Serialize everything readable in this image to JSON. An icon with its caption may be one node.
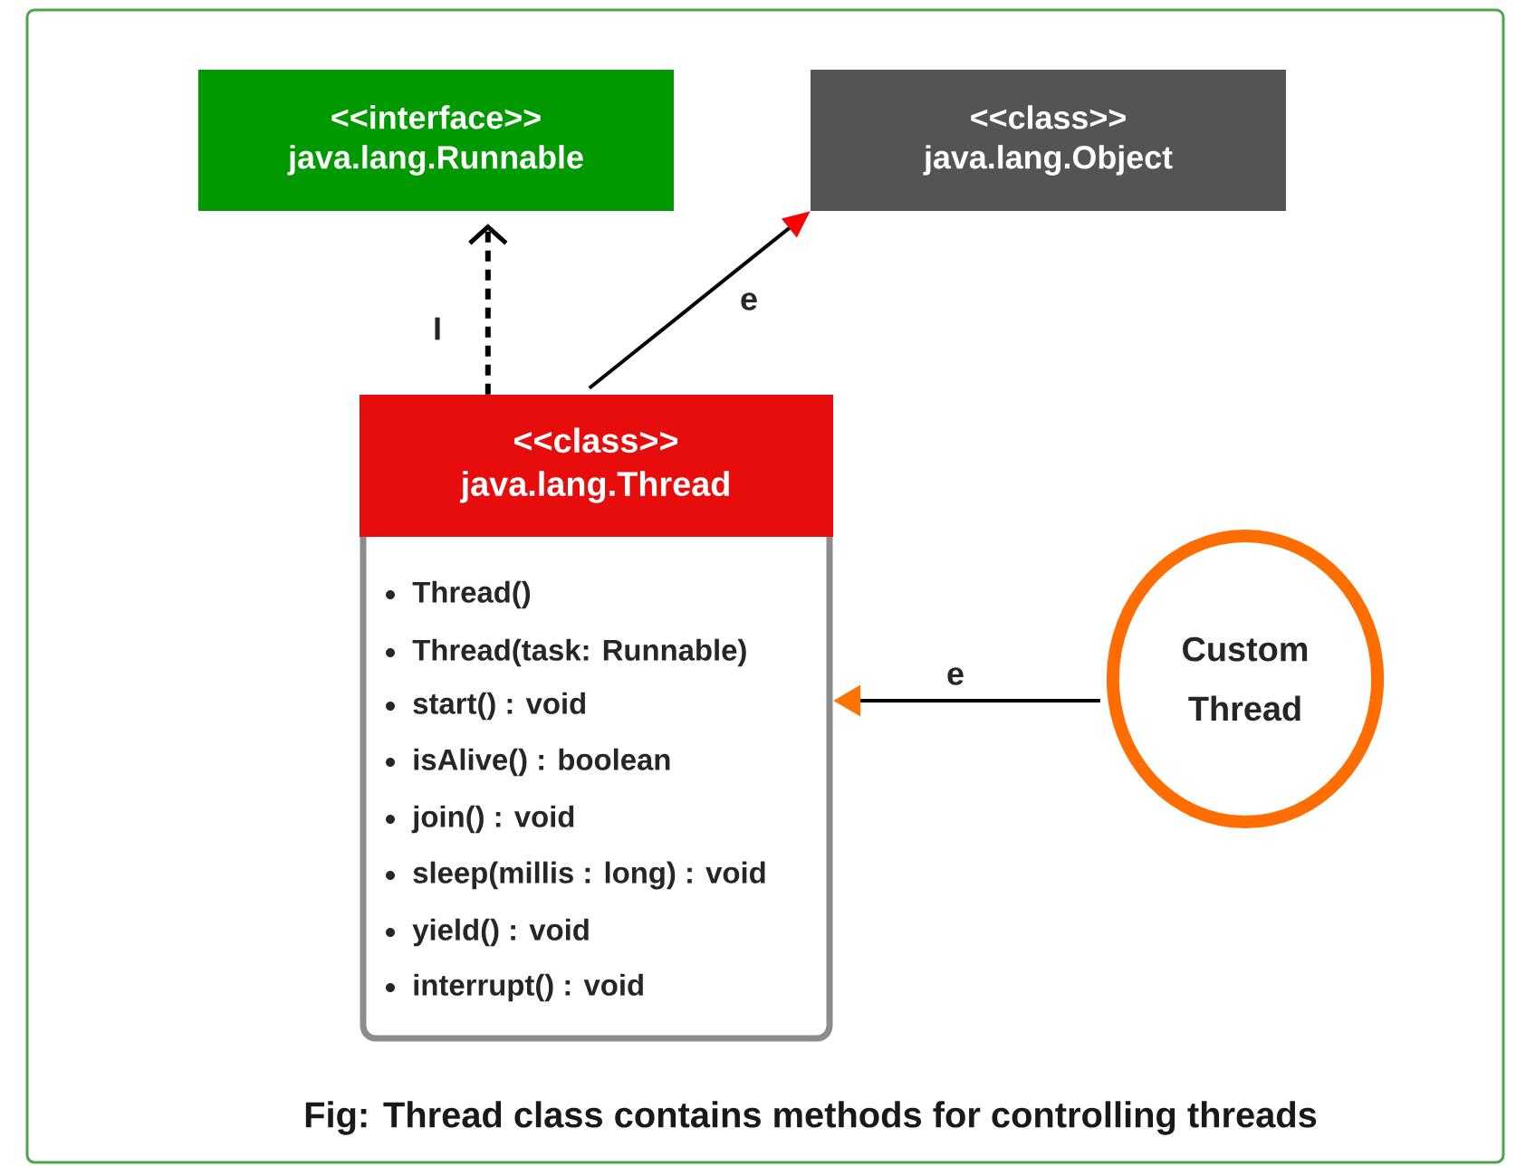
{
  "diagram": {
    "caption": "Fig: Thread class contains methods for controlling threads",
    "nodes": [
      {
        "text": [
          "<<interface>>",
          "java.lang.Runnable"
        ]
      },
      {
        "text": [
          "<<class>>",
          "java.lang.Object"
        ]
      },
      {
        "text": [
          "<<class>>",
          "java.lang.Thread",
          "Thread()",
          "Thread(task: Runnable)",
          "start() : void",
          "isAlive() : boolean",
          "join() : void",
          "sleep(millis : long) : void",
          "yield() : void",
          "interrupt() : void"
        ]
      },
      {
        "text": [
          "Custom Thread"
        ]
      }
    ],
    "edges": [
      {
        "from": 2,
        "to": 0,
        "arrow": "to",
        "style": "dashed",
        "label": "I"
      },
      {
        "from": 2,
        "to": 1,
        "arrow": "to",
        "label": "e"
      },
      {
        "from": 3,
        "to": 2,
        "arrow": "to",
        "label": "e"
      }
    ]
  }
}
